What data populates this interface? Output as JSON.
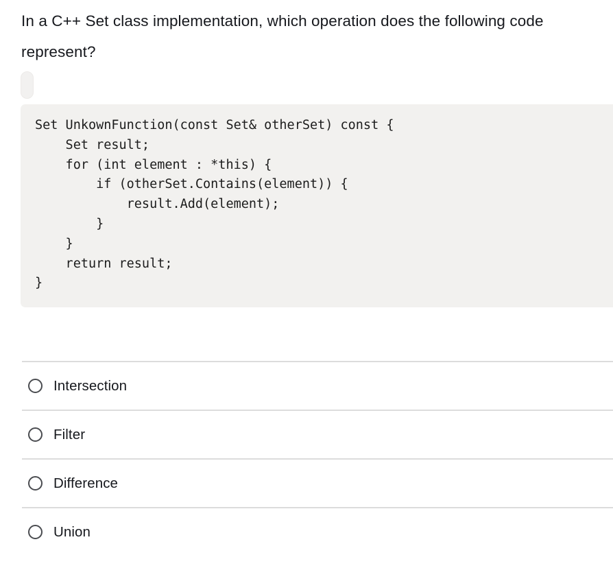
{
  "question": {
    "text": "In a C++ Set class implementation, which operation does the following code represent?"
  },
  "placeholder": {
    "name": "loading-pill",
    "color": "#f2f1f0"
  },
  "code": {
    "language": "cpp",
    "background": "#f2f1ef",
    "content": "Set UnkownFunction(const Set& otherSet) const {\n    Set result;\n    for (int element : *this) {\n        if (otherSet.Contains(element)) {\n            result.Add(element);\n        }\n    }\n    return result;\n}"
  },
  "answers": {
    "type": "radio",
    "selected": null,
    "options": [
      {
        "id": "opt-intersection",
        "label": "Intersection",
        "checked": false
      },
      {
        "id": "opt-filter",
        "label": "Filter",
        "checked": false
      },
      {
        "id": "opt-difference",
        "label": "Difference",
        "checked": false
      },
      {
        "id": "opt-union",
        "label": "Union",
        "checked": false
      }
    ]
  },
  "colors": {
    "page_background": "#ffffff",
    "text": "#16181d",
    "divider": "#dcdcdc",
    "radio_border": "#4a4c50",
    "code_background": "#f2f1ef"
  }
}
